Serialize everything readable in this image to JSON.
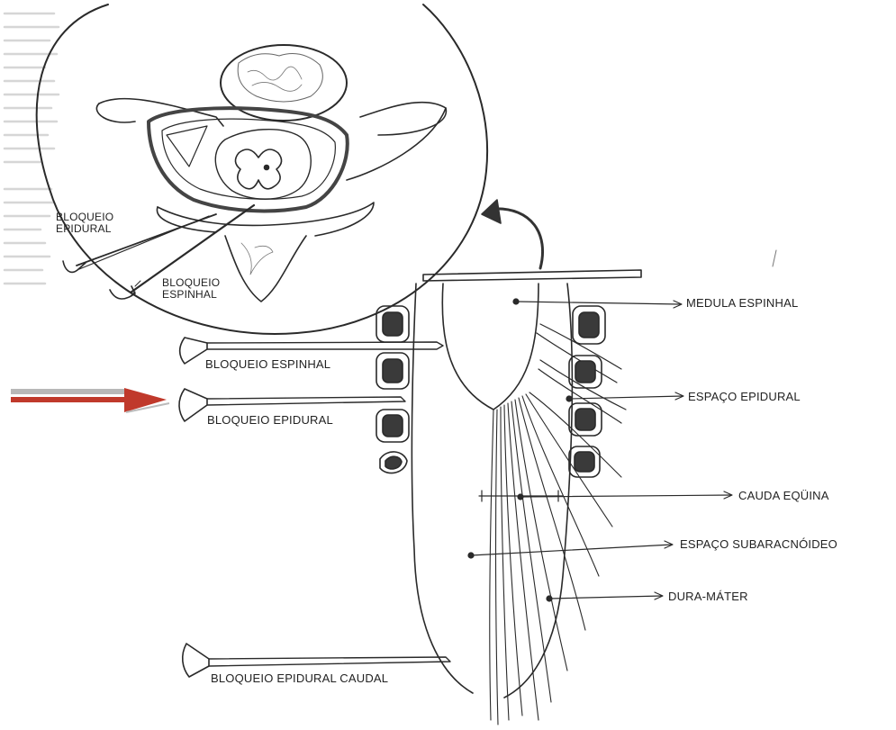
{
  "inset_labels": {
    "epidural_line1": "BLOQUEIO",
    "epidural_line2": "EPIDURAL",
    "spinal_line1": "BLOQUEIO",
    "spinal_line2": "ESPINHAL"
  },
  "needle_labels": {
    "spinal": "BLOQUEIO ESPINHAL",
    "epidural": "BLOQUEIO EPIDURAL",
    "caudal": "BLOQUEIO EPIDURAL CAUDAL"
  },
  "anatomy_labels": {
    "medula": "MEDULA ESPINHAL",
    "epidural_space": "ESPAÇO EPIDURAL",
    "cauda": "CAUDA EQÜINA",
    "subarachnoid": "ESPAÇO SUBARACNÓIDEO",
    "dura": "DURA-MÁTER"
  },
  "colors": {
    "ink": "#2a2a2a",
    "highlight_arrow": "#c0392b"
  }
}
